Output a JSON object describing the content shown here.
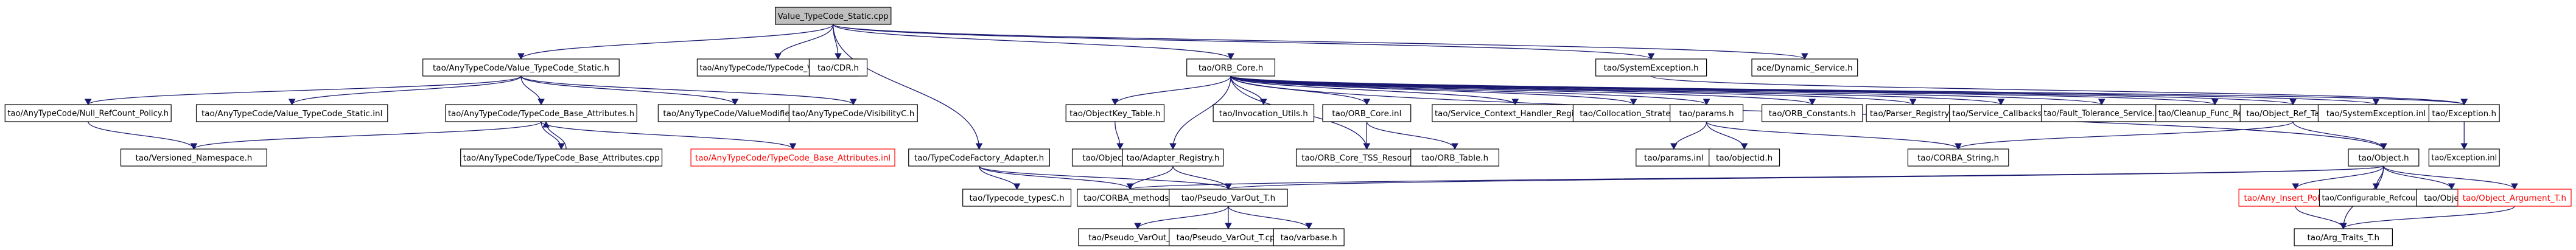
{
  "diagram": {
    "title": "",
    "nodes": [
      {
        "id": "root",
        "label": "Value_TypeCode_Static.cpp",
        "style": "root"
      },
      {
        "id": "vtcs_h",
        "label": "tao/AnyTypeCode/Value_TypeCode_Static.h"
      },
      {
        "id": "vtvf_h",
        "label": "tao/AnyTypeCode/TypeCode_Value_Field.h"
      },
      {
        "id": "cdr_h",
        "label": "tao/CDR.h"
      },
      {
        "id": "orbcore_h",
        "label": "tao/ORB_Core.h"
      },
      {
        "id": "sysexc_h",
        "label": "tao/SystemException.h"
      },
      {
        "id": "dynsvc_h",
        "label": "ace/Dynamic_Service.h"
      },
      {
        "id": "nullref_h",
        "label": "tao/AnyTypeCode/Null_RefCount_Policy.h"
      },
      {
        "id": "vtcs_inl",
        "label": "tao/AnyTypeCode/Value_TypeCode_Static.inl"
      },
      {
        "id": "tcba_h",
        "label": "tao/AnyTypeCode/TypeCode_Base_Attributes.h"
      },
      {
        "id": "valmod_h",
        "label": "tao/AnyTypeCode/ValueModifierC.h"
      },
      {
        "id": "vis_h",
        "label": "tao/AnyTypeCode/VisibilityC.h"
      },
      {
        "id": "verns_h",
        "label": "tao/Versioned_Namespace.h"
      },
      {
        "id": "tcba_cpp",
        "label": "tao/AnyTypeCode/TypeCode_Base_Attributes.cpp"
      },
      {
        "id": "tcba_inl",
        "label": "tao/AnyTypeCode/TypeCode_Base_Attributes.inl",
        "style": "missing"
      },
      {
        "id": "tcfa_h",
        "label": "tao/TypeCodeFactory_Adapter.h"
      },
      {
        "id": "tctypes_h",
        "label": "tao/Typecode_typesC.h"
      },
      {
        "id": "corbameth_h",
        "label": "tao/CORBA_methods.h"
      },
      {
        "id": "pvo_h",
        "label": "tao/Pseudo_VarOut_T.h"
      },
      {
        "id": "pvo_inl",
        "label": "tao/Pseudo_VarOut_T.inl"
      },
      {
        "id": "pvo_cpp",
        "label": "tao/Pseudo_VarOut_T.cpp"
      },
      {
        "id": "varbase_h",
        "label": "tao/varbase.h"
      },
      {
        "id": "objkt_h",
        "label": "tao/ObjectKey_Table.h"
      },
      {
        "id": "objkeyc_h",
        "label": "tao/Object_KeyC.h"
      },
      {
        "id": "adreg_h",
        "label": "tao/Adapter_Registry.h"
      },
      {
        "id": "invutils_h",
        "label": "tao/Invocation_Utils.h"
      },
      {
        "id": "orbcore_inl",
        "label": "tao/ORB_Core.inl"
      },
      {
        "id": "tss_h",
        "label": "tao/ORB_Core_TSS_Resources.h"
      },
      {
        "id": "orbtable_h",
        "label": "tao/ORB_Table.h"
      },
      {
        "id": "schr_h",
        "label": "tao/Service_Context_Handler_Registry.h"
      },
      {
        "id": "colloc_h",
        "label": "tao/Collocation_Strategy.h"
      },
      {
        "id": "params_h",
        "label": "tao/params.h"
      },
      {
        "id": "params_inl",
        "label": "tao/params.inl"
      },
      {
        "id": "objectid_h",
        "label": "tao/objectid.h"
      },
      {
        "id": "orbconst_h",
        "label": "tao/ORB_Constants.h"
      },
      {
        "id": "parser_h",
        "label": "tao/Parser_Registry.h"
      },
      {
        "id": "svccb_h",
        "label": "tao/Service_Callbacks.h"
      },
      {
        "id": "ftsvc_h",
        "label": "tao/Fault_Tolerance_Service.h"
      },
      {
        "id": "cleanup_h",
        "label": "tao/Cleanup_Func_Registry.h"
      },
      {
        "id": "objref_h",
        "label": "tao/Object_Ref_Table.h"
      },
      {
        "id": "corbastr_h",
        "label": "tao/CORBA_String.h"
      },
      {
        "id": "object_h",
        "label": "tao/Object.h"
      },
      {
        "id": "sysexc_inl",
        "label": "tao/SystemException.inl"
      },
      {
        "id": "exc_h",
        "label": "tao/Exception.h"
      },
      {
        "id": "exc_inl",
        "label": "tao/Exception.inl"
      },
      {
        "id": "anyins_h",
        "label": "tao/Any_Insert_Policy_T.h",
        "style": "missing"
      },
      {
        "id": "confref_h",
        "label": "tao/Configurable_Refcount.h"
      },
      {
        "id": "object_inl",
        "label": "tao/Object.inl"
      },
      {
        "id": "objarg_h",
        "label": "tao/Object_Argument_T.h",
        "style": "missing"
      },
      {
        "id": "argtraits_h",
        "label": "tao/Arg_Traits_T.h"
      }
    ],
    "edges": [
      [
        "root",
        "vtcs_h"
      ],
      [
        "root",
        "vtvf_h"
      ],
      [
        "root",
        "cdr_h"
      ],
      [
        "root",
        "orbcore_h"
      ],
      [
        "root",
        "sysexc_h"
      ],
      [
        "root",
        "dynsvc_h"
      ],
      [
        "root",
        "tcfa_h"
      ],
      [
        "vtcs_h",
        "nullref_h"
      ],
      [
        "vtcs_h",
        "vtcs_inl"
      ],
      [
        "vtcs_h",
        "tcba_h"
      ],
      [
        "vtcs_h",
        "valmod_h"
      ],
      [
        "vtcs_h",
        "vis_h"
      ],
      [
        "tcba_h",
        "verns_h"
      ],
      [
        "tcba_h",
        "tcba_cpp"
      ],
      [
        "tcba_h",
        "tcba_inl"
      ],
      [
        "tcba_cpp",
        "tcba_h"
      ],
      [
        "nullref_h",
        "verns_h"
      ],
      [
        "tcfa_h",
        "tctypes_h"
      ],
      [
        "tcfa_h",
        "corbameth_h"
      ],
      [
        "tcfa_h",
        "pvo_h"
      ],
      [
        "pvo_h",
        "pvo_inl"
      ],
      [
        "pvo_h",
        "pvo_cpp"
      ],
      [
        "pvo_h",
        "varbase_h"
      ],
      [
        "orbcore_h",
        "objkt_h"
      ],
      [
        "orbcore_h",
        "adreg_h"
      ],
      [
        "orbcore_h",
        "invutils_h"
      ],
      [
        "orbcore_h",
        "orbcore_inl"
      ],
      [
        "orbcore_h",
        "tss_h"
      ],
      [
        "orbcore_h",
        "schr_h"
      ],
      [
        "orbcore_h",
        "colloc_h"
      ],
      [
        "orbcore_h",
        "params_h"
      ],
      [
        "orbcore_h",
        "orbconst_h"
      ],
      [
        "orbcore_h",
        "parser_h"
      ],
      [
        "orbcore_h",
        "svccb_h"
      ],
      [
        "orbcore_h",
        "ftsvc_h"
      ],
      [
        "orbcore_h",
        "cleanup_h"
      ],
      [
        "orbcore_h",
        "objref_h"
      ],
      [
        "orbcore_h",
        "sysexc_inl"
      ],
      [
        "orbcore_h",
        "exc_h"
      ],
      [
        "orbcore_h",
        "object_h"
      ],
      [
        "objkt_h",
        "objkeyc_h"
      ],
      [
        "adreg_h",
        "corbameth_h"
      ],
      [
        "adreg_h",
        "pvo_h"
      ],
      [
        "orbcore_inl",
        "tss_h"
      ],
      [
        "orbcore_inl",
        "orbtable_h"
      ],
      [
        "params_h",
        "params_inl"
      ],
      [
        "params_h",
        "objectid_h"
      ],
      [
        "params_h",
        "corbastr_h"
      ],
      [
        "objref_h",
        "corbastr_h"
      ],
      [
        "objref_h",
        "object_h"
      ],
      [
        "sysexc_h",
        "exc_h"
      ],
      [
        "exc_h",
        "exc_inl"
      ],
      [
        "object_h",
        "corbameth_h"
      ],
      [
        "object_h",
        "pvo_h"
      ],
      [
        "object_h",
        "anyins_h"
      ],
      [
        "object_h",
        "confref_h"
      ],
      [
        "object_h",
        "object_inl"
      ],
      [
        "object_h",
        "objarg_h"
      ],
      [
        "object_h",
        "argtraits_h"
      ],
      [
        "anyins_h",
        "argtraits_h"
      ],
      [
        "objarg_h",
        "argtraits_h"
      ]
    ]
  }
}
